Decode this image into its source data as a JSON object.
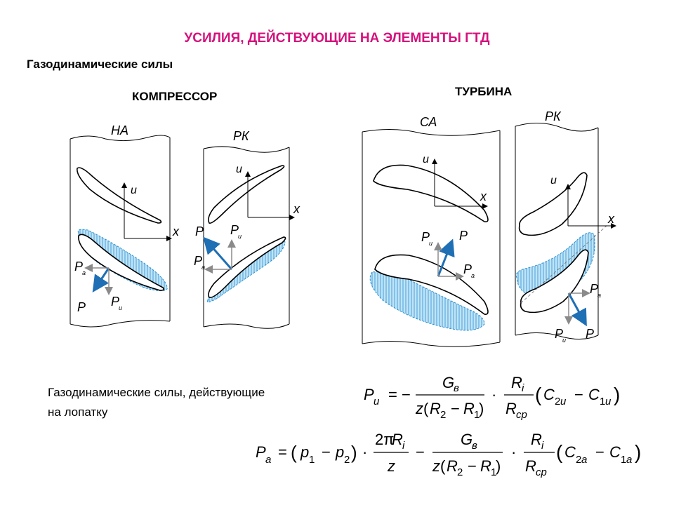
{
  "title": "УСИЛИЯ, ДЕЙСТВУЮЩИЕ НА ЭЛЕМЕНТЫ ГТД",
  "subtitle": "Газодинамические силы",
  "compressor": {
    "heading": "КОМПРЕССОР",
    "stator_label": "НА",
    "rotor_label": "РК"
  },
  "turbine": {
    "heading": "ТУРБИНА",
    "stator_label": "СА",
    "rotor_label": "РК"
  },
  "axis_labels": {
    "u": "u",
    "x": "x"
  },
  "force_labels": {
    "P": "P",
    "Pa": "P",
    "Pa_sub": "a",
    "Pu": "P",
    "Pu_sub": "u"
  },
  "description": [
    "Газодинамические силы, действующие",
    "на лопатку"
  ],
  "colors": {
    "title": "#d4127d",
    "arrow_blue": "#1f6fb5",
    "pressure_fill": "#8ec9ee"
  }
}
